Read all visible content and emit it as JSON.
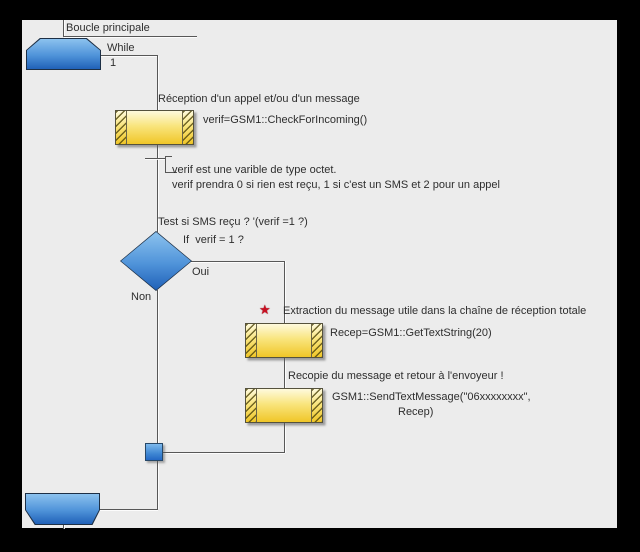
{
  "loop": {
    "name": "Boucle principale",
    "keyword": "While",
    "condition": "1"
  },
  "call1": {
    "title": "Réception d'un appel et/ou d'un message",
    "code": "verif=GSM1::CheckForIncoming()"
  },
  "comment": {
    "line1": "verif est une varible de type octet.",
    "line2": "verif prendra 0 si rien est reçu, 1 si c'est un SMS et 2 pour un appel"
  },
  "decision": {
    "title": "Test si SMS reçu ? '(verif =1 ?)",
    "condition": "If  verif = 1 ?",
    "yes_label": "Oui",
    "no_label": "Non"
  },
  "call2": {
    "bookmark": "★",
    "title": "Extraction du message utile dans la chaîne de réception totale",
    "code": "Recep=GSM1::GetTextString(20)"
  },
  "call3": {
    "title": "Recopie du message et retour à l'envoyeur !",
    "code_line1": "GSM1::SendTextMessage(\"06xxxxxxxx\",",
    "code_line2": "Recep)"
  },
  "colors": {
    "canvas_bg": "#ececec",
    "frame": "#000000",
    "shape_blue_light": "#8cc2ee",
    "shape_blue_dark": "#2061b8",
    "box_yellow_light": "#fefadd",
    "box_yellow_dark": "#f0c628",
    "line": "#575757",
    "bookmark_red": "#c81022"
  }
}
